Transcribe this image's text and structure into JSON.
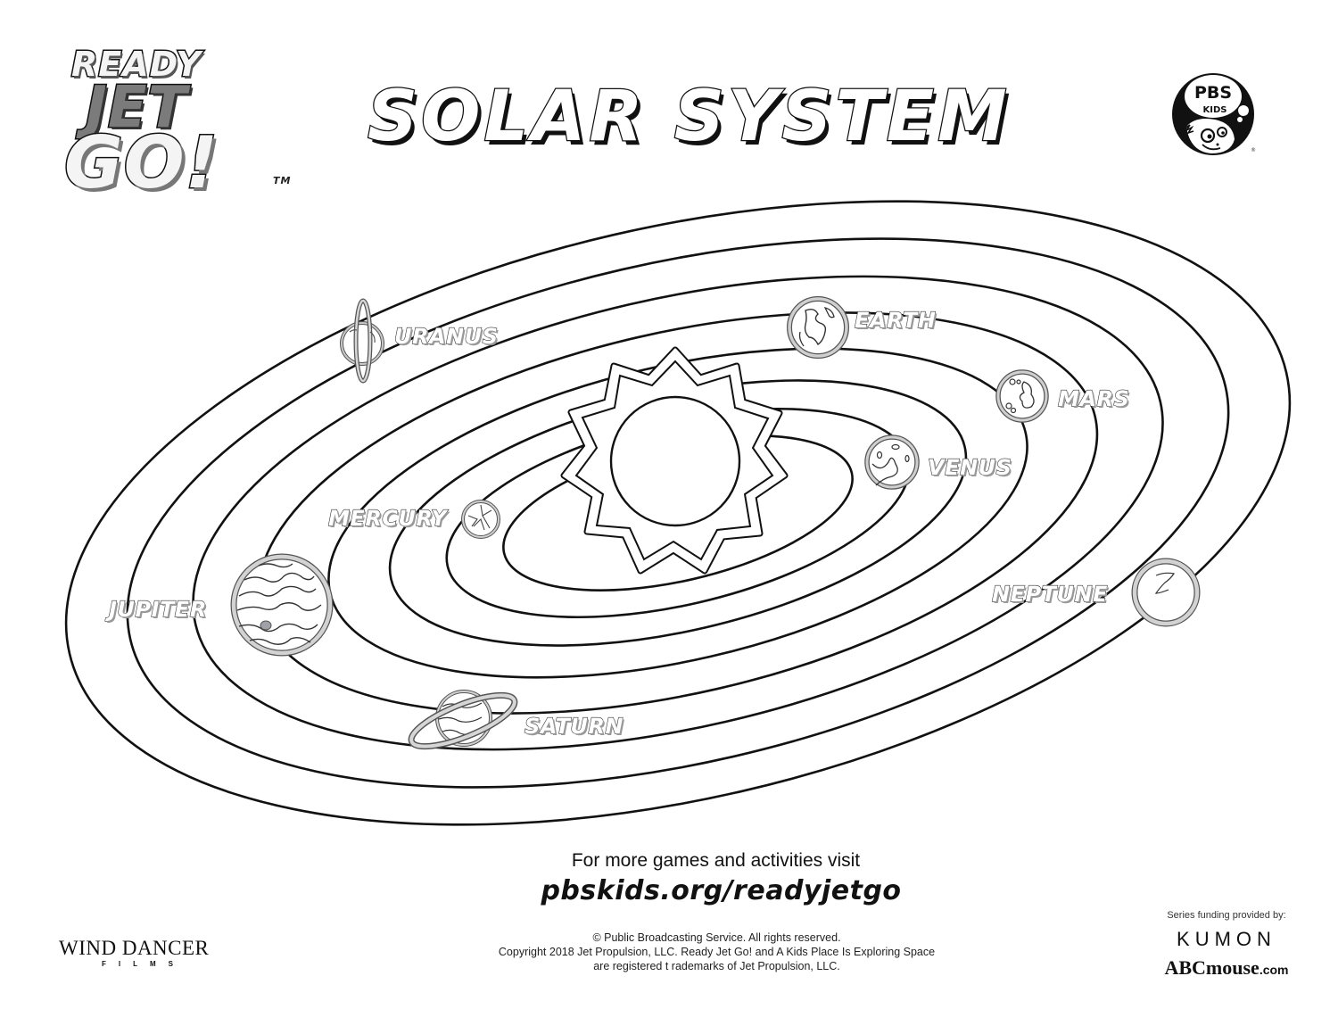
{
  "header": {
    "logo": {
      "line1": "READY",
      "line2": "JET",
      "line3": "GO!",
      "tm": "TM"
    },
    "title": "SOLAR SYSTEM",
    "pbs_logo": {
      "top": "PBS",
      "bottom": "KIDS",
      "registered": "®"
    }
  },
  "diagram": {
    "center": "sun",
    "orbit_count": 8,
    "planets": [
      {
        "name": "MERCURY",
        "icon": "mercury-icon"
      },
      {
        "name": "VENUS",
        "icon": "venus-icon"
      },
      {
        "name": "EARTH",
        "icon": "earth-icon"
      },
      {
        "name": "MARS",
        "icon": "mars-icon"
      },
      {
        "name": "JUPITER",
        "icon": "jupiter-icon"
      },
      {
        "name": "SATURN",
        "icon": "saturn-icon"
      },
      {
        "name": "URANUS",
        "icon": "uranus-icon"
      },
      {
        "name": "NEPTUNE",
        "icon": "neptune-icon"
      }
    ],
    "colors": {
      "line": "#111111",
      "planet_ring": "#c8c8c8",
      "planet_ring_stroke": "#555555",
      "jupiter_spot": "#a0a0a8"
    }
  },
  "footer": {
    "visit_text": "For more games and activities visit",
    "visit_url": "pbskids.org/readyjetgo",
    "legal": [
      "© Public Broadcasting Service. All rights reserved.",
      "Copyright 2018 Jet Propulsion, LLC. Ready Jet Go! and A Kids Place Is Exploring Space",
      "are registered t rademarks of Jet Propulsion, LLC."
    ],
    "wind_dancer": {
      "main": "WIND DANCER",
      "sub": "FILMS"
    },
    "funding": {
      "label": "Series funding provided by:",
      "kumon": "KUMON",
      "abc_main": "ABCmouse",
      "abc_suffix": ".com"
    }
  }
}
